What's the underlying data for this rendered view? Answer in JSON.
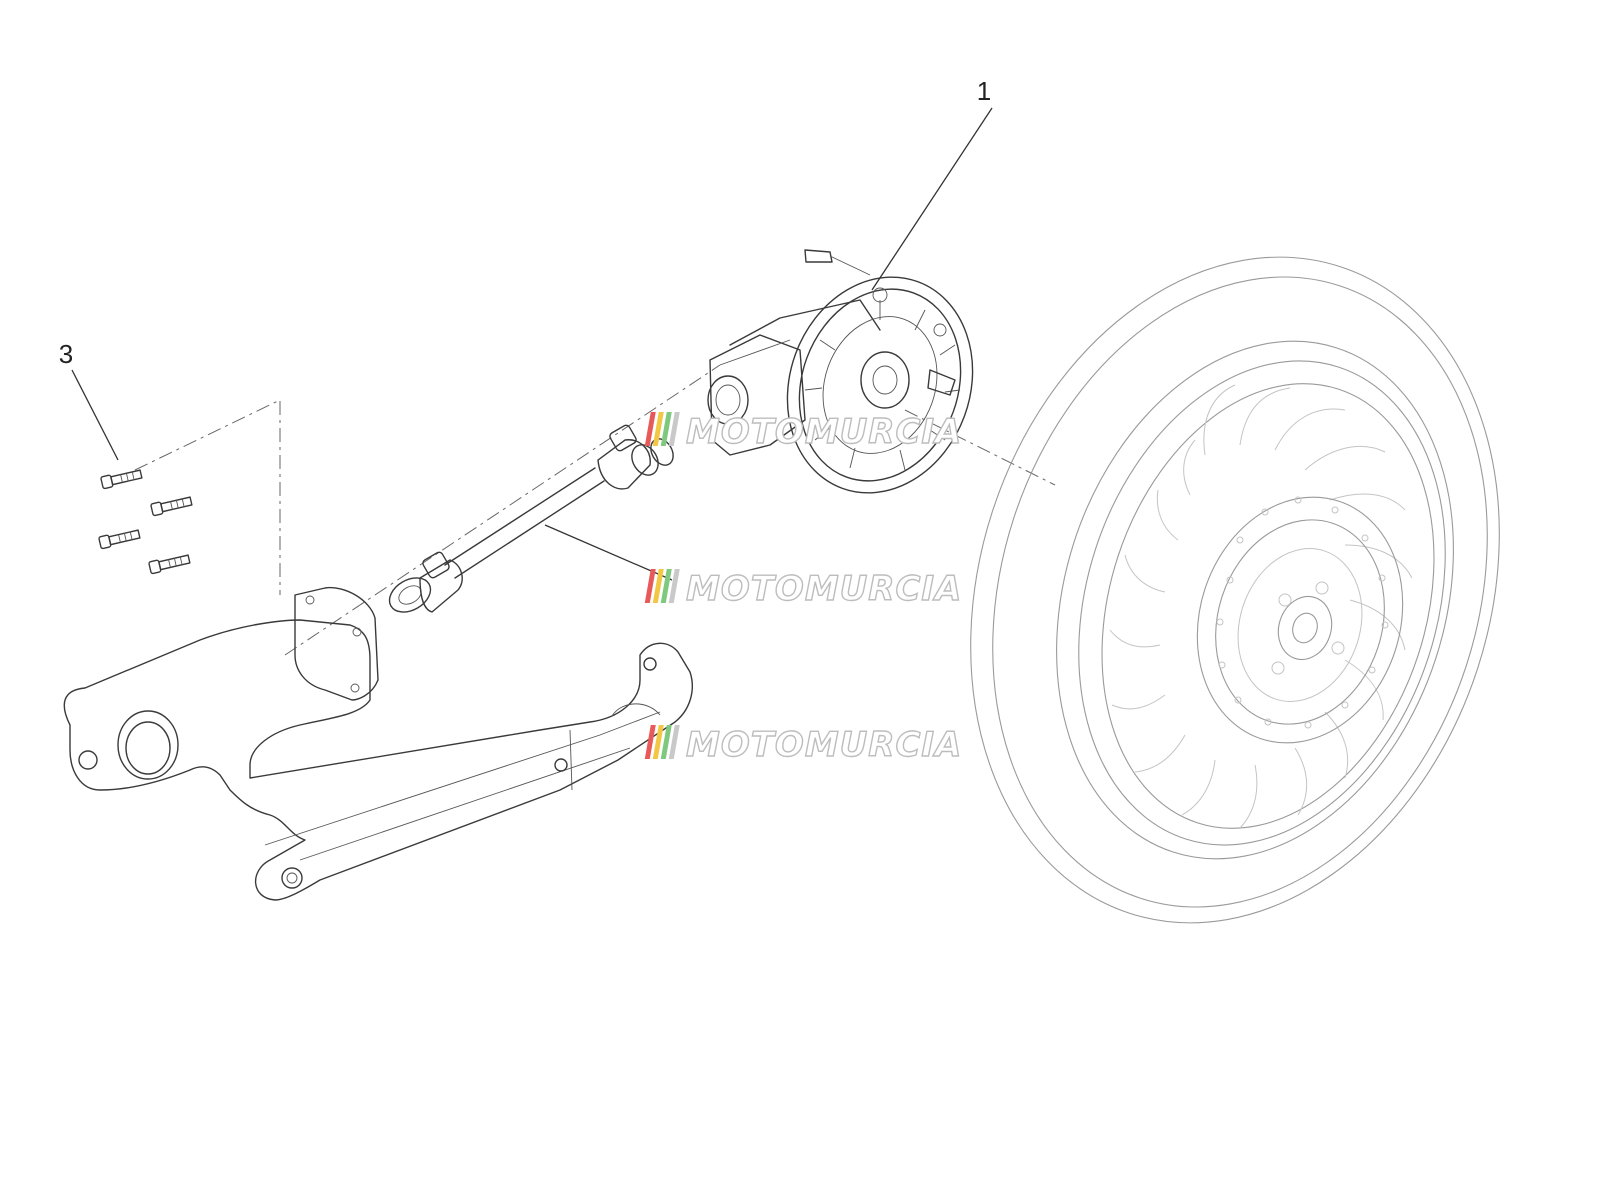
{
  "callouts": [
    {
      "id": "1",
      "label": "1"
    },
    {
      "id": "3",
      "label": "3"
    }
  ],
  "watermark": {
    "text": "MOTOMURCIA",
    "stripe_colors": [
      "#e85a5a",
      "#f2c744",
      "#7fc97f",
      "#c9c9c9"
    ]
  },
  "colors": {
    "line": "#3a3a3a",
    "wheel_line": "#9a9a9a",
    "background": "#ffffff"
  }
}
